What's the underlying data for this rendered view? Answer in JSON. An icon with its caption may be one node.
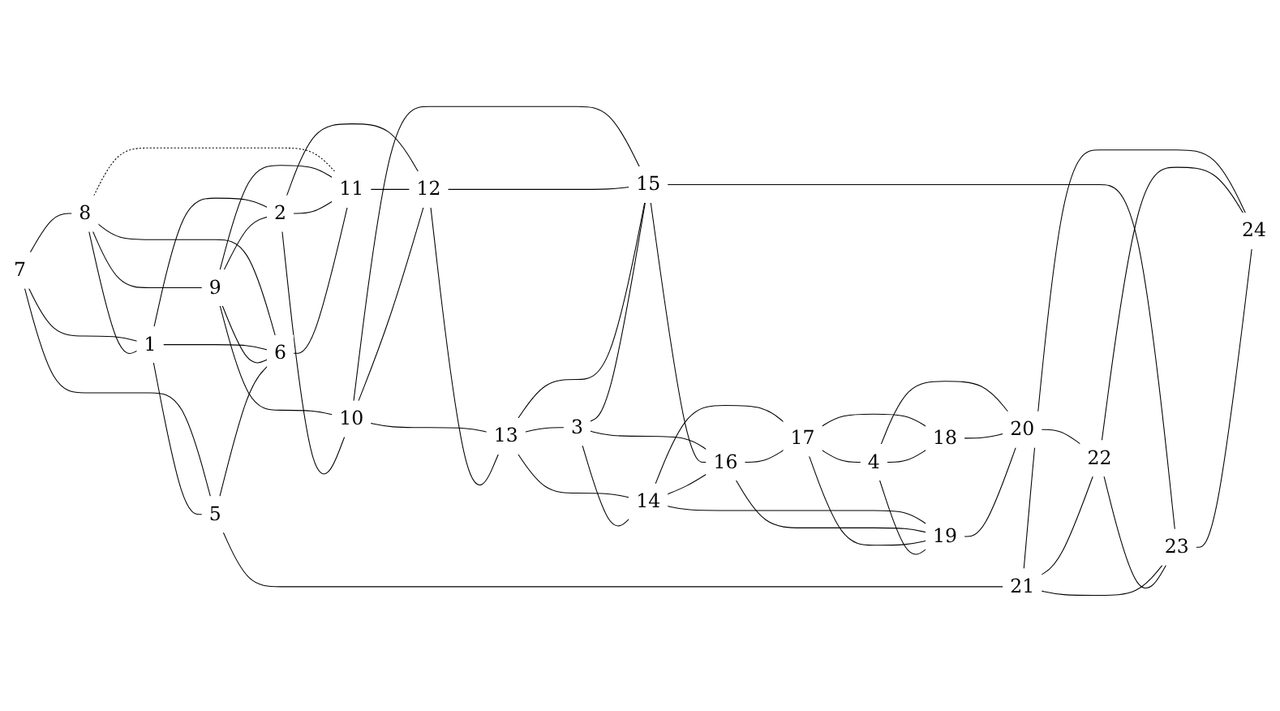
{
  "diagram": {
    "nodes": [
      {
        "text": [
          "1"
        ]
      },
      {
        "text": [
          "2"
        ]
      },
      {
        "text": [
          "3"
        ]
      },
      {
        "text": [
          "4"
        ]
      },
      {
        "text": [
          "5"
        ]
      },
      {
        "text": [
          "6"
        ]
      },
      {
        "text": [
          "7"
        ]
      },
      {
        "text": [
          "8"
        ]
      },
      {
        "text": [
          "9"
        ]
      },
      {
        "text": [
          "10"
        ]
      },
      {
        "text": [
          "11"
        ]
      },
      {
        "text": [
          "12"
        ]
      },
      {
        "text": [
          "13"
        ]
      },
      {
        "text": [
          "14"
        ]
      },
      {
        "text": [
          "15"
        ]
      },
      {
        "text": [
          "16"
        ]
      },
      {
        "text": [
          "17"
        ]
      },
      {
        "text": [
          "18"
        ]
      },
      {
        "text": [
          "19"
        ]
      },
      {
        "text": [
          "20"
        ]
      },
      {
        "text": [
          "21"
        ]
      },
      {
        "text": [
          "22"
        ]
      },
      {
        "text": [
          "23"
        ]
      },
      {
        "text": [
          "24"
        ]
      }
    ],
    "edges": [
      {
        "from": 6,
        "to": 7,
        "arrow": "none"
      },
      {
        "from": 6,
        "to": 4,
        "arrow": "none"
      },
      {
        "from": 6,
        "to": 0,
        "arrow": "none"
      },
      {
        "from": 7,
        "to": 0,
        "arrow": "none"
      },
      {
        "from": 7,
        "to": 5,
        "arrow": "none"
      },
      {
        "from": 7,
        "to": 8,
        "arrow": "none"
      },
      {
        "from": 7,
        "to": 10,
        "arrow": "none",
        "style": "dashed"
      },
      {
        "from": 0,
        "to": 4,
        "arrow": "none"
      },
      {
        "from": 0,
        "to": 5,
        "arrow": "none"
      },
      {
        "from": 0,
        "to": 1,
        "arrow": "none"
      },
      {
        "from": 8,
        "to": 5,
        "arrow": "none"
      },
      {
        "from": 8,
        "to": 10,
        "arrow": "none"
      },
      {
        "from": 8,
        "to": 1,
        "arrow": "none"
      },
      {
        "from": 8,
        "to": 9,
        "arrow": "none"
      },
      {
        "from": 1,
        "to": 10,
        "arrow": "none"
      },
      {
        "from": 1,
        "to": 9,
        "arrow": "none"
      },
      {
        "from": 1,
        "to": 11,
        "arrow": "none"
      },
      {
        "from": 4,
        "to": 5,
        "arrow": "none"
      },
      {
        "from": 5,
        "to": 10,
        "arrow": "none"
      },
      {
        "from": 10,
        "to": 11,
        "arrow": "none"
      },
      {
        "from": 4,
        "to": 20,
        "arrow": "none"
      },
      {
        "from": 9,
        "to": 11,
        "arrow": "none"
      },
      {
        "from": 9,
        "to": 12,
        "arrow": "none"
      },
      {
        "from": 9,
        "to": 14,
        "arrow": "none"
      },
      {
        "from": 11,
        "to": 12,
        "arrow": "none"
      },
      {
        "from": 11,
        "to": 14,
        "arrow": "none"
      },
      {
        "from": 12,
        "to": 14,
        "arrow": "none"
      },
      {
        "from": 12,
        "to": 13,
        "arrow": "none"
      },
      {
        "from": 12,
        "to": 2,
        "arrow": "none"
      },
      {
        "from": 2,
        "to": 13,
        "arrow": "none"
      },
      {
        "from": 2,
        "to": 14,
        "arrow": "none"
      },
      {
        "from": 2,
        "to": 15,
        "arrow": "none"
      },
      {
        "from": 14,
        "to": 15,
        "arrow": "none"
      },
      {
        "from": 14,
        "to": 22,
        "arrow": "none"
      },
      {
        "from": 13,
        "to": 16,
        "arrow": "none"
      },
      {
        "from": 13,
        "to": 15,
        "arrow": "none"
      },
      {
        "from": 13,
        "to": 18,
        "arrow": "none"
      },
      {
        "from": 15,
        "to": 16,
        "arrow": "none"
      },
      {
        "from": 15,
        "to": 18,
        "arrow": "none"
      },
      {
        "from": 16,
        "to": 18,
        "arrow": "none"
      },
      {
        "from": 16,
        "to": 17,
        "arrow": "none"
      },
      {
        "from": 16,
        "to": 3,
        "arrow": "none"
      },
      {
        "from": 3,
        "to": 17,
        "arrow": "none"
      },
      {
        "from": 3,
        "to": 18,
        "arrow": "none"
      },
      {
        "from": 3,
        "to": 19,
        "arrow": "none"
      },
      {
        "from": 17,
        "to": 19,
        "arrow": "none"
      },
      {
        "from": 18,
        "to": 19,
        "arrow": "none"
      },
      {
        "from": 19,
        "to": 21,
        "arrow": "none"
      },
      {
        "from": 20,
        "to": 21,
        "arrow": "none"
      },
      {
        "from": 20,
        "to": 22,
        "arrow": "none"
      },
      {
        "from": 20,
        "to": 23,
        "arrow": "none"
      },
      {
        "from": 21,
        "to": 22,
        "arrow": "none"
      },
      {
        "from": 21,
        "to": 23,
        "arrow": "none"
      },
      {
        "from": 22,
        "to": 23,
        "arrow": "none"
      }
    ]
  }
}
